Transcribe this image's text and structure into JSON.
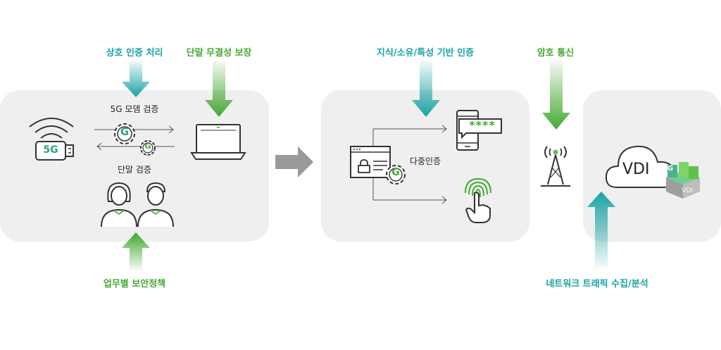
{
  "top_labels": {
    "mutual_auth": "상호 인증 처리",
    "device_integrity": "단말 무결성 보장",
    "knowledge_auth": "지식/소유/특성 기반 인증",
    "encrypted_comm": "암호 통신"
  },
  "bottom_labels": {
    "work_policy": "업무별 보안정책",
    "network_analysis": "네트워크 트래픽 수집/분석"
  },
  "panel1": {
    "modem_verify": "5G 모뎀 검증",
    "device_verify": "단말 검증",
    "usb_label": "5G",
    "gear_letter": "G"
  },
  "panel2": {
    "mfa_label": "다중인증",
    "pin_mask": "****",
    "gear_letter": "G"
  },
  "panel3": {
    "vdi_label": "VDI",
    "block_label": "VDI",
    "block_letter": "G"
  },
  "colors": {
    "teal": "#1aa3a3",
    "green": "#44a831",
    "panel": "#efefef",
    "stroke": "#333333",
    "accent": "#5cc24a"
  }
}
